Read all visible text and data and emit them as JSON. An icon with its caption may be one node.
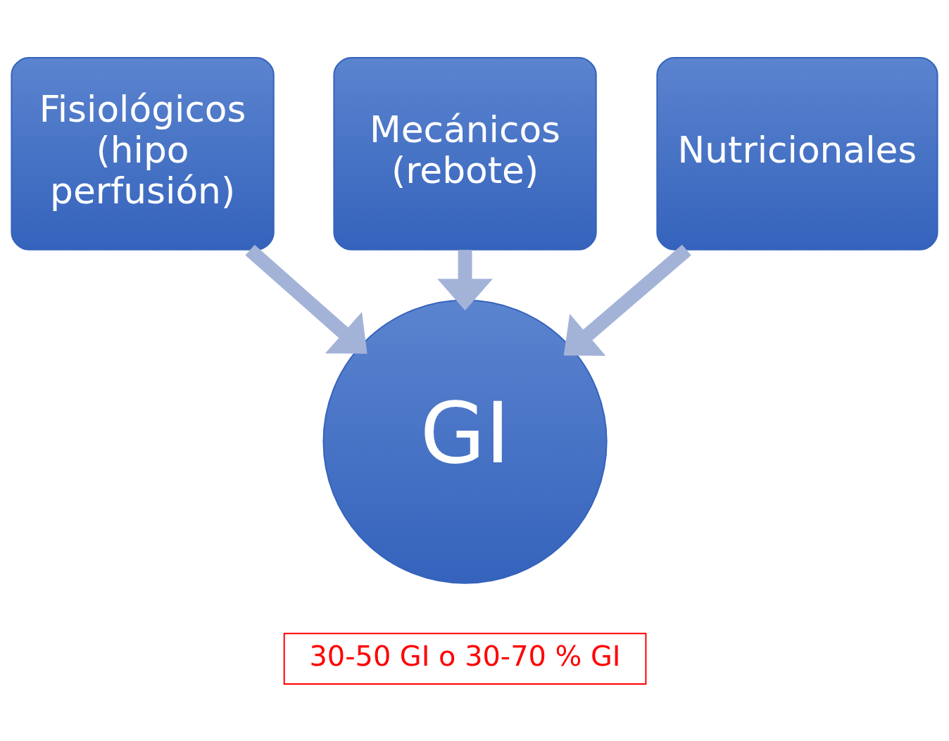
{
  "diagram": {
    "nodes": [
      {
        "text": [
          "Mecánicos (rebote)"
        ]
      },
      {
        "text": [
          "Fisiológicos (hipo perfusión)"
        ]
      },
      {
        "text": [
          "Nutricionales"
        ]
      },
      {
        "text": [
          "GI"
        ]
      },
      {
        "text": [
          "30-50 GI o 30-70 % GI"
        ]
      }
    ],
    "edges": [
      {
        "from": 1,
        "to": 3,
        "arrow": "to"
      },
      {
        "from": 0,
        "to": 3,
        "arrow": "to"
      },
      {
        "from": 2,
        "to": 3,
        "arrow": "to"
      }
    ]
  }
}
